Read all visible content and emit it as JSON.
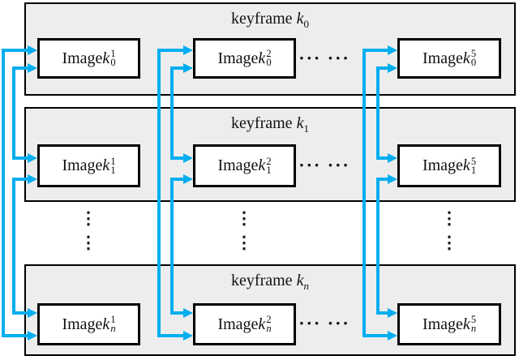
{
  "palette": {
    "arrow_color": "#00AEEF",
    "keyframe_fill": "#EDEDED",
    "box_border": "#000000",
    "image_box_fill": "#FFFFFF"
  },
  "keyframes": [
    {
      "label": {
        "prefix": "keyframe ",
        "var": "k",
        "sub": "0"
      },
      "images": [
        {
          "prefix": "Image ",
          "var": "k",
          "sub": "0",
          "sup": "1"
        },
        {
          "prefix": "Image ",
          "var": "k",
          "sub": "0",
          "sup": "2"
        },
        {
          "prefix": "Image ",
          "var": "k",
          "sub": "0",
          "sup": "5"
        }
      ],
      "hdots": "··· ···"
    },
    {
      "label": {
        "prefix": "keyframe ",
        "var": "k",
        "sub": "1"
      },
      "images": [
        {
          "prefix": "Image ",
          "var": "k",
          "sub": "1",
          "sup": "1"
        },
        {
          "prefix": "Image ",
          "var": "k",
          "sub": "1",
          "sup": "2"
        },
        {
          "prefix": "Image ",
          "var": "k",
          "sub": "1",
          "sup": "5"
        }
      ],
      "hdots": "··· ···"
    },
    {
      "label": {
        "prefix": "keyframe ",
        "var": "k",
        "sub": "n"
      },
      "images": [
        {
          "prefix": "Image ",
          "var": "k",
          "sub": "n",
          "sup": "1"
        },
        {
          "prefix": "Image ",
          "var": "k",
          "sub": "n",
          "sup": "2"
        },
        {
          "prefix": "Image ",
          "var": "k",
          "sub": "n",
          "sup": "5"
        }
      ],
      "hdots": "··· ···"
    }
  ],
  "vdots": "⋮"
}
